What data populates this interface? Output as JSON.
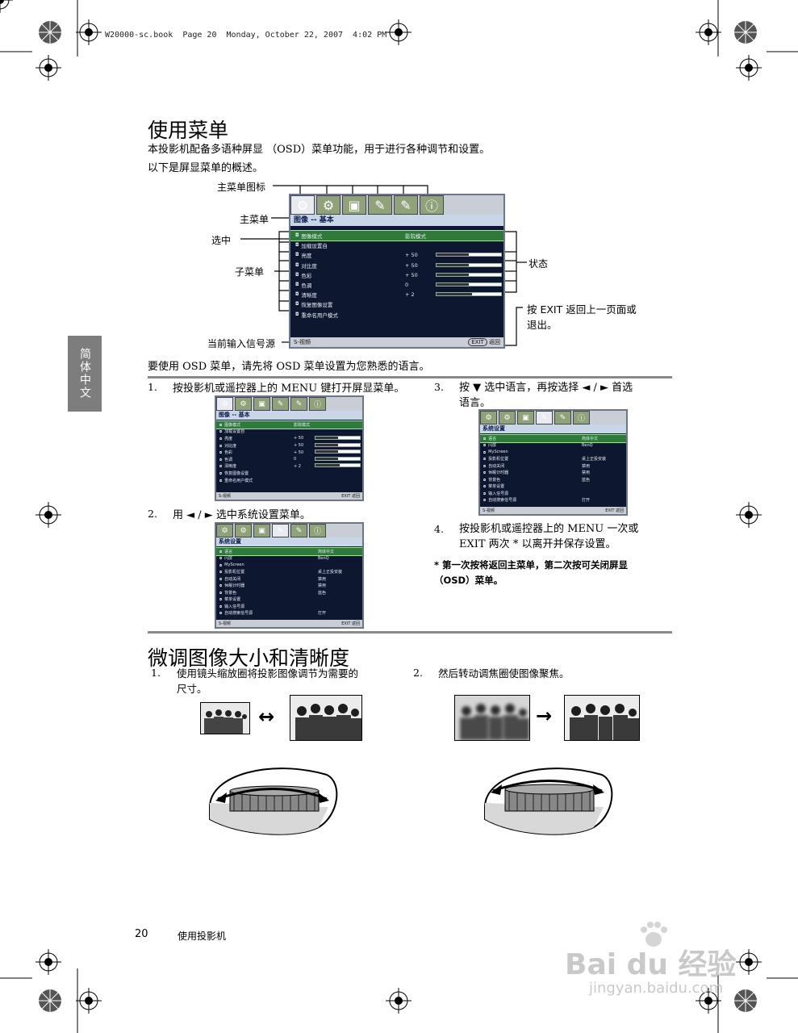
{
  "header": {
    "book_line": "W20000-sc.book  Page 20  Monday, October 22, 2007  4:02 PM"
  },
  "side_tab": {
    "label": "简体中文"
  },
  "section1": {
    "title": "使用菜单",
    "intro1": "本投影机配备多语种屏显 （OSD）菜单功能，用于进行各种调节和设置。",
    "intro2": "以下是屏显菜单的概述。",
    "callouts": {
      "main_icon": "主菜单图标",
      "main_menu": "主菜单",
      "highlight": "选中",
      "submenu": "子菜单",
      "status": "状态",
      "exit_line1": "按 EXIT 返回上一页面或",
      "exit_line2": "退出。",
      "input_source": "当前输入信号源"
    },
    "note": "要使用 OSD 菜单，请先将 OSD 菜单设置为您熟悉的语言。"
  },
  "osd_picture": {
    "title": "图像 -- 基本",
    "rows": [
      {
        "name": "图像模式",
        "value": "影院模式",
        "bar": null
      },
      {
        "name": "加载设置自",
        "value": "",
        "bar": null
      },
      {
        "name": "亮度",
        "value": "+ 50",
        "bar": 0.5
      },
      {
        "name": "对比度",
        "value": "+ 50",
        "bar": 0.5
      },
      {
        "name": "色彩",
        "value": "+ 50",
        "bar": 0.5
      },
      {
        "name": "色调",
        "value": "0",
        "bar": 0.5
      },
      {
        "name": "清晰度",
        "value": "+ 2",
        "bar": 0.55
      },
      {
        "name": "恢复图像设置",
        "value": "",
        "bar": null
      },
      {
        "name": "重命名用户模式",
        "value": "",
        "bar": null
      }
    ],
    "footer_source": "S-视频",
    "footer_exit": "EXIT",
    "footer_back": "返回"
  },
  "osd_system": {
    "title": "系统设置",
    "rows": [
      {
        "name": "语言",
        "value": "简体中文"
      },
      {
        "name": "闪屏",
        "value": "BenQ"
      },
      {
        "name": "MyScreen",
        "value": ""
      },
      {
        "name": "投影机位置",
        "value": "桌上正投安装"
      },
      {
        "name": "自动关闭",
        "value": "禁用"
      },
      {
        "name": "休眠计时器",
        "value": "禁用"
      },
      {
        "name": "背景色",
        "value": "蓝色"
      },
      {
        "name": "菜单设置",
        "value": ""
      },
      {
        "name": "输入信号源",
        "value": ""
      },
      {
        "name": "自动搜索信号源",
        "value": "打开"
      }
    ],
    "footer_source": "S-视频",
    "footer_exit": "EXIT",
    "footer_back": "返回"
  },
  "steps": {
    "s1_num": "1.",
    "s1_text": "按投影机或遥控器上的 MENU 键打开屏显菜单。",
    "s2_num": "2.",
    "s2_text": "用 ◄ / ► 选中系统设置菜单。",
    "s3_num": "3.",
    "s3_text_line1": "按 ▼ 选中语言，再按选择 ◄ / ► 首选",
    "s3_text_line2": "语言。",
    "s4_num": "4.",
    "s4_text_line1": "按投影机或遥控器上的 MENU 一次或",
    "s4_text_line2": "EXIT 两次 * 以离开并保存设置。",
    "footnote_line1": "* 第一次按将返回主菜单，第二次按可关闭屏显",
    "footnote_line2": "（OSD）菜单。"
  },
  "section2": {
    "title": "微调图像大小和清晰度",
    "s1_num": "1.",
    "s1_line1": "使用镜头缩放圈将投影图像调节为需要的",
    "s1_line2": "尺寸。",
    "s2_num": "2.",
    "s2_line1": "然后转动调焦圈使图像聚焦。",
    "arrow_both": "↔",
    "arrow_right": "→"
  },
  "footer": {
    "page_number": "20",
    "chapter": "使用投影机"
  },
  "watermark": {
    "brand": "Bai du 经验",
    "url": "jingyan.baidu.com"
  }
}
